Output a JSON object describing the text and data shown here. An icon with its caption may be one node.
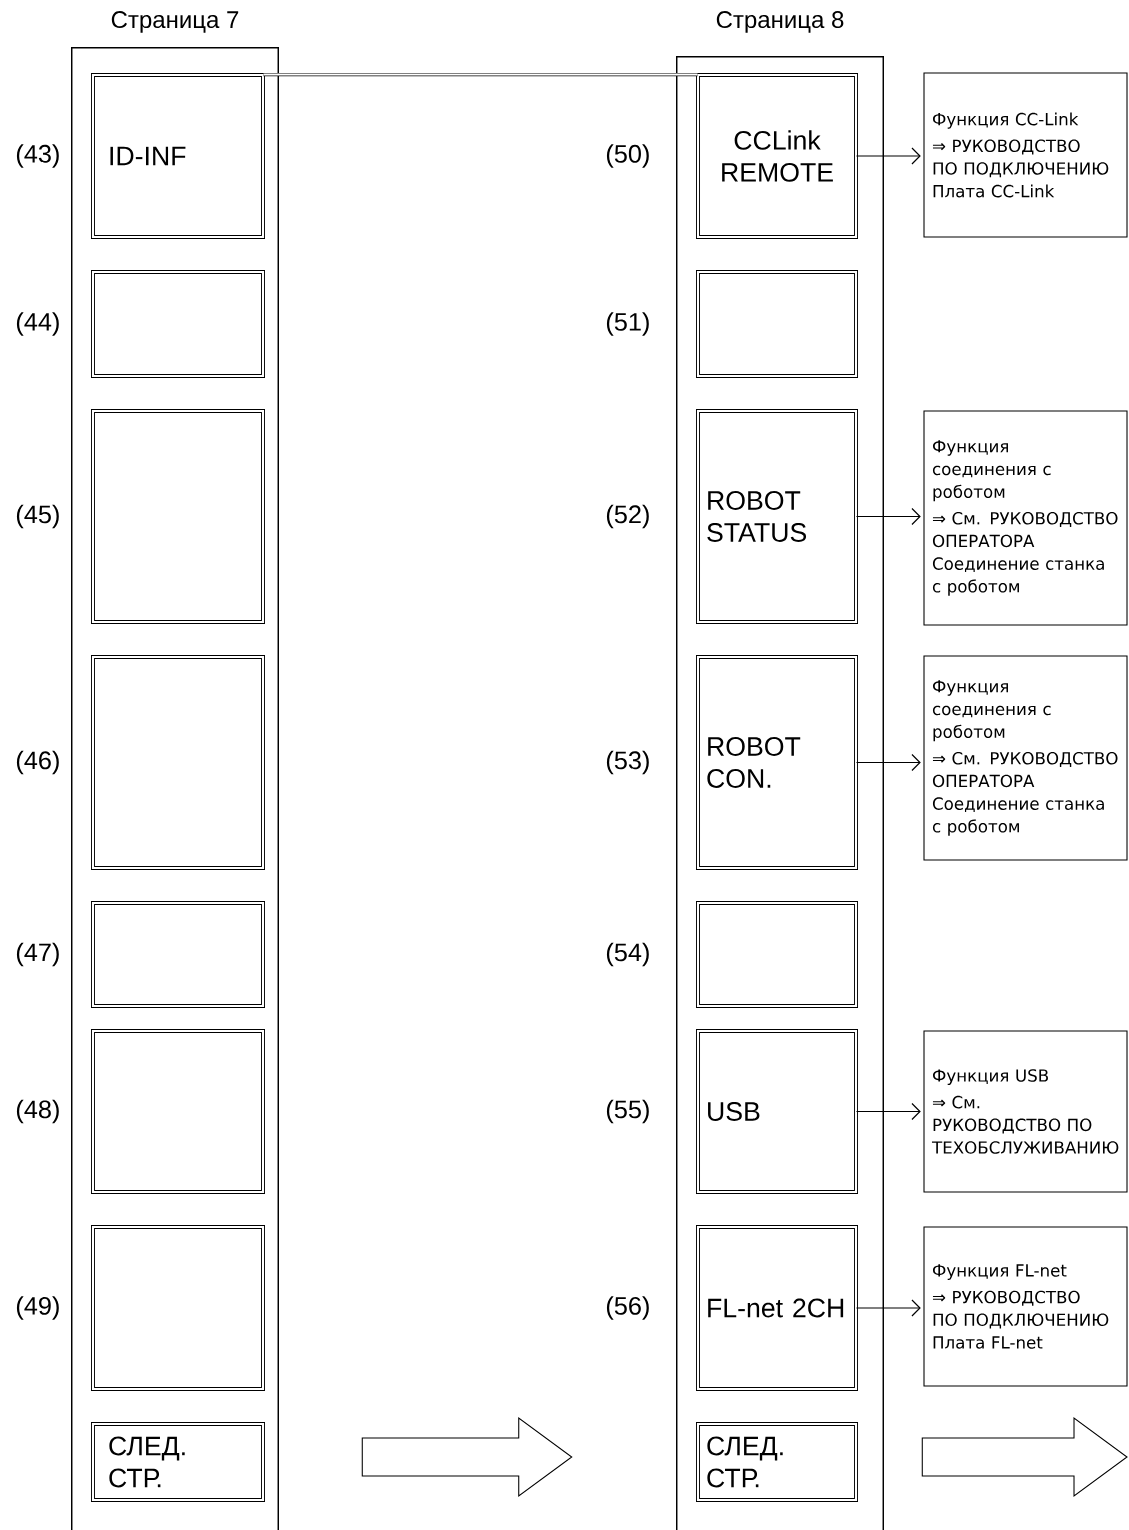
{
  "diagram": {
    "nodes": [
      {
        "text": [
          "Страница 7"
        ]
      },
      {
        "text": [
          "ID-INF"
        ],
        "in": 0,
        "beside": [
          "(43)"
        ]
      },
      {
        "text": [],
        "shape": "box",
        "in": 0,
        "beside": [
          "(44)"
        ]
      },
      {
        "text": [],
        "shape": "box",
        "in": 0,
        "beside": [
          "(45)"
        ]
      },
      {
        "text": [],
        "shape": "box",
        "in": 0,
        "beside": [
          "(46)"
        ]
      },
      {
        "text": [],
        "shape": "box",
        "in": 0,
        "beside": [
          "(47)"
        ]
      },
      {
        "text": [],
        "shape": "box",
        "in": 0,
        "beside": [
          "(48)"
        ]
      },
      {
        "text": [],
        "shape": "box",
        "in": 0,
        "beside": [
          "(49)"
        ]
      },
      {
        "text": [
          "СЛЕД. СТР."
        ],
        "in": 0
      },
      {
        "text": [
          "Страница 8"
        ]
      },
      {
        "text": [
          "CCLink REMOTE"
        ],
        "in": 9,
        "beside": [
          "(50)"
        ]
      },
      {
        "text": [],
        "shape": "box",
        "in": 9,
        "beside": [
          "(51)"
        ]
      },
      {
        "text": [
          "ROBOT STATUS"
        ],
        "in": 9,
        "beside": [
          "(52)"
        ]
      },
      {
        "text": [
          "ROBOT CON."
        ],
        "in": 9,
        "beside": [
          "(53)"
        ]
      },
      {
        "text": [],
        "shape": "box",
        "in": 9,
        "beside": [
          "(54)"
        ]
      },
      {
        "text": [
          "USB"
        ],
        "in": 9,
        "beside": [
          "(55)"
        ]
      },
      {
        "text": [
          "FL-net 2CH"
        ],
        "in": 9,
        "beside": [
          "(56)"
        ]
      },
      {
        "text": [
          "СЛЕД. СТР."
        ],
        "in": 9
      },
      {
        "text": [
          "Функция CC-Link",
          "⇒ РУКОВОДСТВО ПО ПОДКЛЮЧЕНИЮ Плата CC-Link"
        ]
      },
      {
        "text": [
          "Функция соединения с роботом",
          "⇒ См. РУКОВОДСТВО ОПЕРАТОРА Соединение станка с роботом"
        ]
      },
      {
        "text": [
          "Функция соединения с роботом",
          "⇒ См. РУКОВОДСТВО ОПЕРАТОРА Соединение станка с роботом"
        ]
      },
      {
        "text": [
          "Функция USB",
          "⇒ См. РУКОВОДСТВО ПО ТЕХОБСЛУЖИВАНИЮ"
        ]
      },
      {
        "text": [
          "Функция FL-net",
          "⇒ РУКОВОДСТВО ПО ПОДКЛЮЧЕНИЮ Плата FL-net"
        ]
      }
    ],
    "edges": [
      {
        "from": 1,
        "to": 10,
        "arrow": "none"
      },
      {
        "from": 10,
        "to": 18,
        "arrow": "to"
      },
      {
        "from": 12,
        "to": 19,
        "arrow": "to"
      },
      {
        "from": 13,
        "to": 20,
        "arrow": "to"
      },
      {
        "from": 15,
        "to": 21,
        "arrow": "to"
      },
      {
        "from": 16,
        "to": 22,
        "arrow": "to"
      },
      {
        "from": 0,
        "to": 9,
        "arrow": "to",
        "style": "thick"
      },
      {
        "from": 9,
        "to": null,
        "arrow": "to",
        "style": "thick"
      }
    ]
  }
}
